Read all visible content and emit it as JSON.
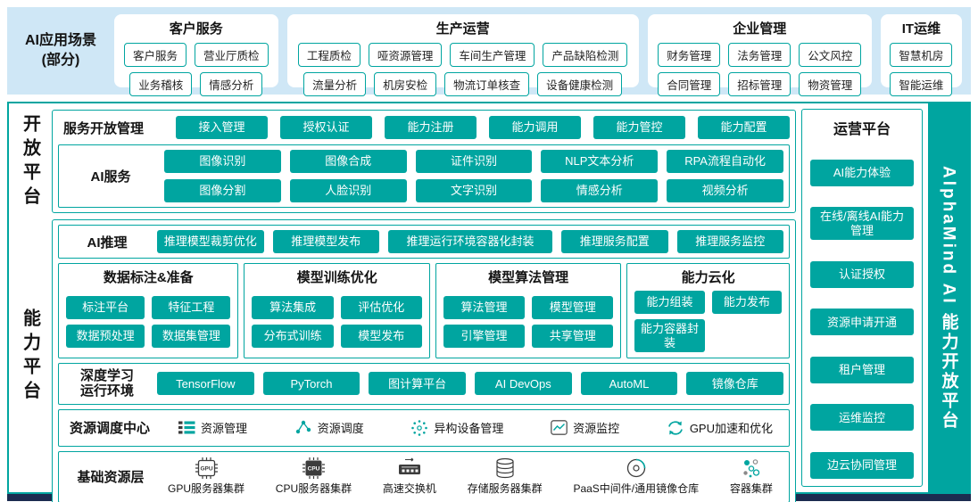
{
  "colors": {
    "teal": "#00a5a0",
    "band": "#cfe7f6",
    "navy": "#1c2c50"
  },
  "band": {
    "label_line1": "AI应用场景",
    "label_line2": "(部分)",
    "groups": [
      {
        "title": "客户服务",
        "rows": [
          [
            "客户服务",
            "营业厅质检"
          ],
          [
            "业务稽核",
            "情感分析"
          ]
        ]
      },
      {
        "title": "生产运营",
        "rows": [
          [
            "工程质检",
            "哑资源管理",
            "车间生产管理",
            "产品缺陷检测"
          ],
          [
            "流量分析",
            "机房安检",
            "物流订单核查",
            "设备健康检测"
          ]
        ]
      },
      {
        "title": "企业管理",
        "rows": [
          [
            "财务管理",
            "法务管理",
            "公文风控"
          ],
          [
            "合同管理",
            "招标管理",
            "物资管理"
          ]
        ]
      },
      {
        "title": "IT运维",
        "rows": [
          [
            "智慧机房"
          ],
          [
            "智能运维"
          ]
        ]
      }
    ]
  },
  "open_platform": {
    "side_label": "开放平台",
    "service_mgmt": {
      "label": "服务开放管理",
      "buttons": [
        "接入管理",
        "授权认证",
        "能力注册",
        "能力调用",
        "能力管控",
        "能力配置"
      ]
    },
    "ai_services": {
      "label": "AI服务",
      "rows": [
        [
          "图像识别",
          "图像合成",
          "证件识别",
          "NLP文本分析",
          "RPA流程自动化"
        ],
        [
          "图像分割",
          "人脸识别",
          "文字识别",
          "情感分析",
          "视频分析"
        ]
      ]
    }
  },
  "capability_platform": {
    "side_label": "能力平台",
    "ai_inference": {
      "label": "AI推理",
      "buttons": [
        "推理模型裁剪优化",
        "推理模型发布",
        "推理运行环境容器化封装",
        "推理服务配置",
        "推理服务监控"
      ]
    },
    "groups": [
      {
        "title": "数据标注&准备",
        "buttons": [
          "标注平台",
          "特征工程",
          "数据预处理",
          "数据集管理"
        ]
      },
      {
        "title": "模型训练优化",
        "buttons": [
          "算法集成",
          "评估优化",
          "分布式训练",
          "模型发布"
        ]
      },
      {
        "title": "模型算法管理",
        "buttons": [
          "算法管理",
          "模型管理",
          "引擎管理",
          "共享管理"
        ]
      },
      {
        "title": "能力云化",
        "buttons": [
          "能力组装",
          "能力发布",
          "能力容器封装"
        ]
      }
    ],
    "dl_env": {
      "label_line1": "深度学习",
      "label_line2": "运行环境",
      "buttons": [
        "TensorFlow",
        "PyTorch",
        "图计算平台",
        "AI DevOps",
        "AutoML",
        "镜像仓库"
      ]
    },
    "resource_scheduling": {
      "label": "资源调度中心",
      "items": [
        {
          "icon": "list-icon",
          "label": "资源管理"
        },
        {
          "icon": "nodes-icon",
          "label": "资源调度"
        },
        {
          "icon": "radial-icon",
          "label": "异构设备管理"
        },
        {
          "icon": "monitor-icon",
          "label": "资源监控"
        },
        {
          "icon": "refresh-icon",
          "label": "GPU加速和优化"
        }
      ]
    },
    "base_resources": {
      "label": "基础资源层",
      "items": [
        {
          "icon": "gpu-chip-icon",
          "label": "GPU服务器集群"
        },
        {
          "icon": "cpu-chip-icon",
          "label": "CPU服务器集群"
        },
        {
          "icon": "switch-icon",
          "label": "高速交换机"
        },
        {
          "icon": "storage-icon",
          "label": "存储服务器集群"
        },
        {
          "icon": "disc-icon",
          "label": "PaaS中间件/通用镜像仓库"
        },
        {
          "icon": "container-icon",
          "label": "容器集群"
        }
      ]
    }
  },
  "operations": {
    "title": "运营平台",
    "buttons": [
      "AI能力体验",
      "在线/离线AI能力管理",
      "认证授权",
      "资源申请开通",
      "租户管理",
      "运维监控",
      "边云协同管理"
    ]
  },
  "banner": {
    "text": "AlphaMind AI 能力开放平台"
  }
}
